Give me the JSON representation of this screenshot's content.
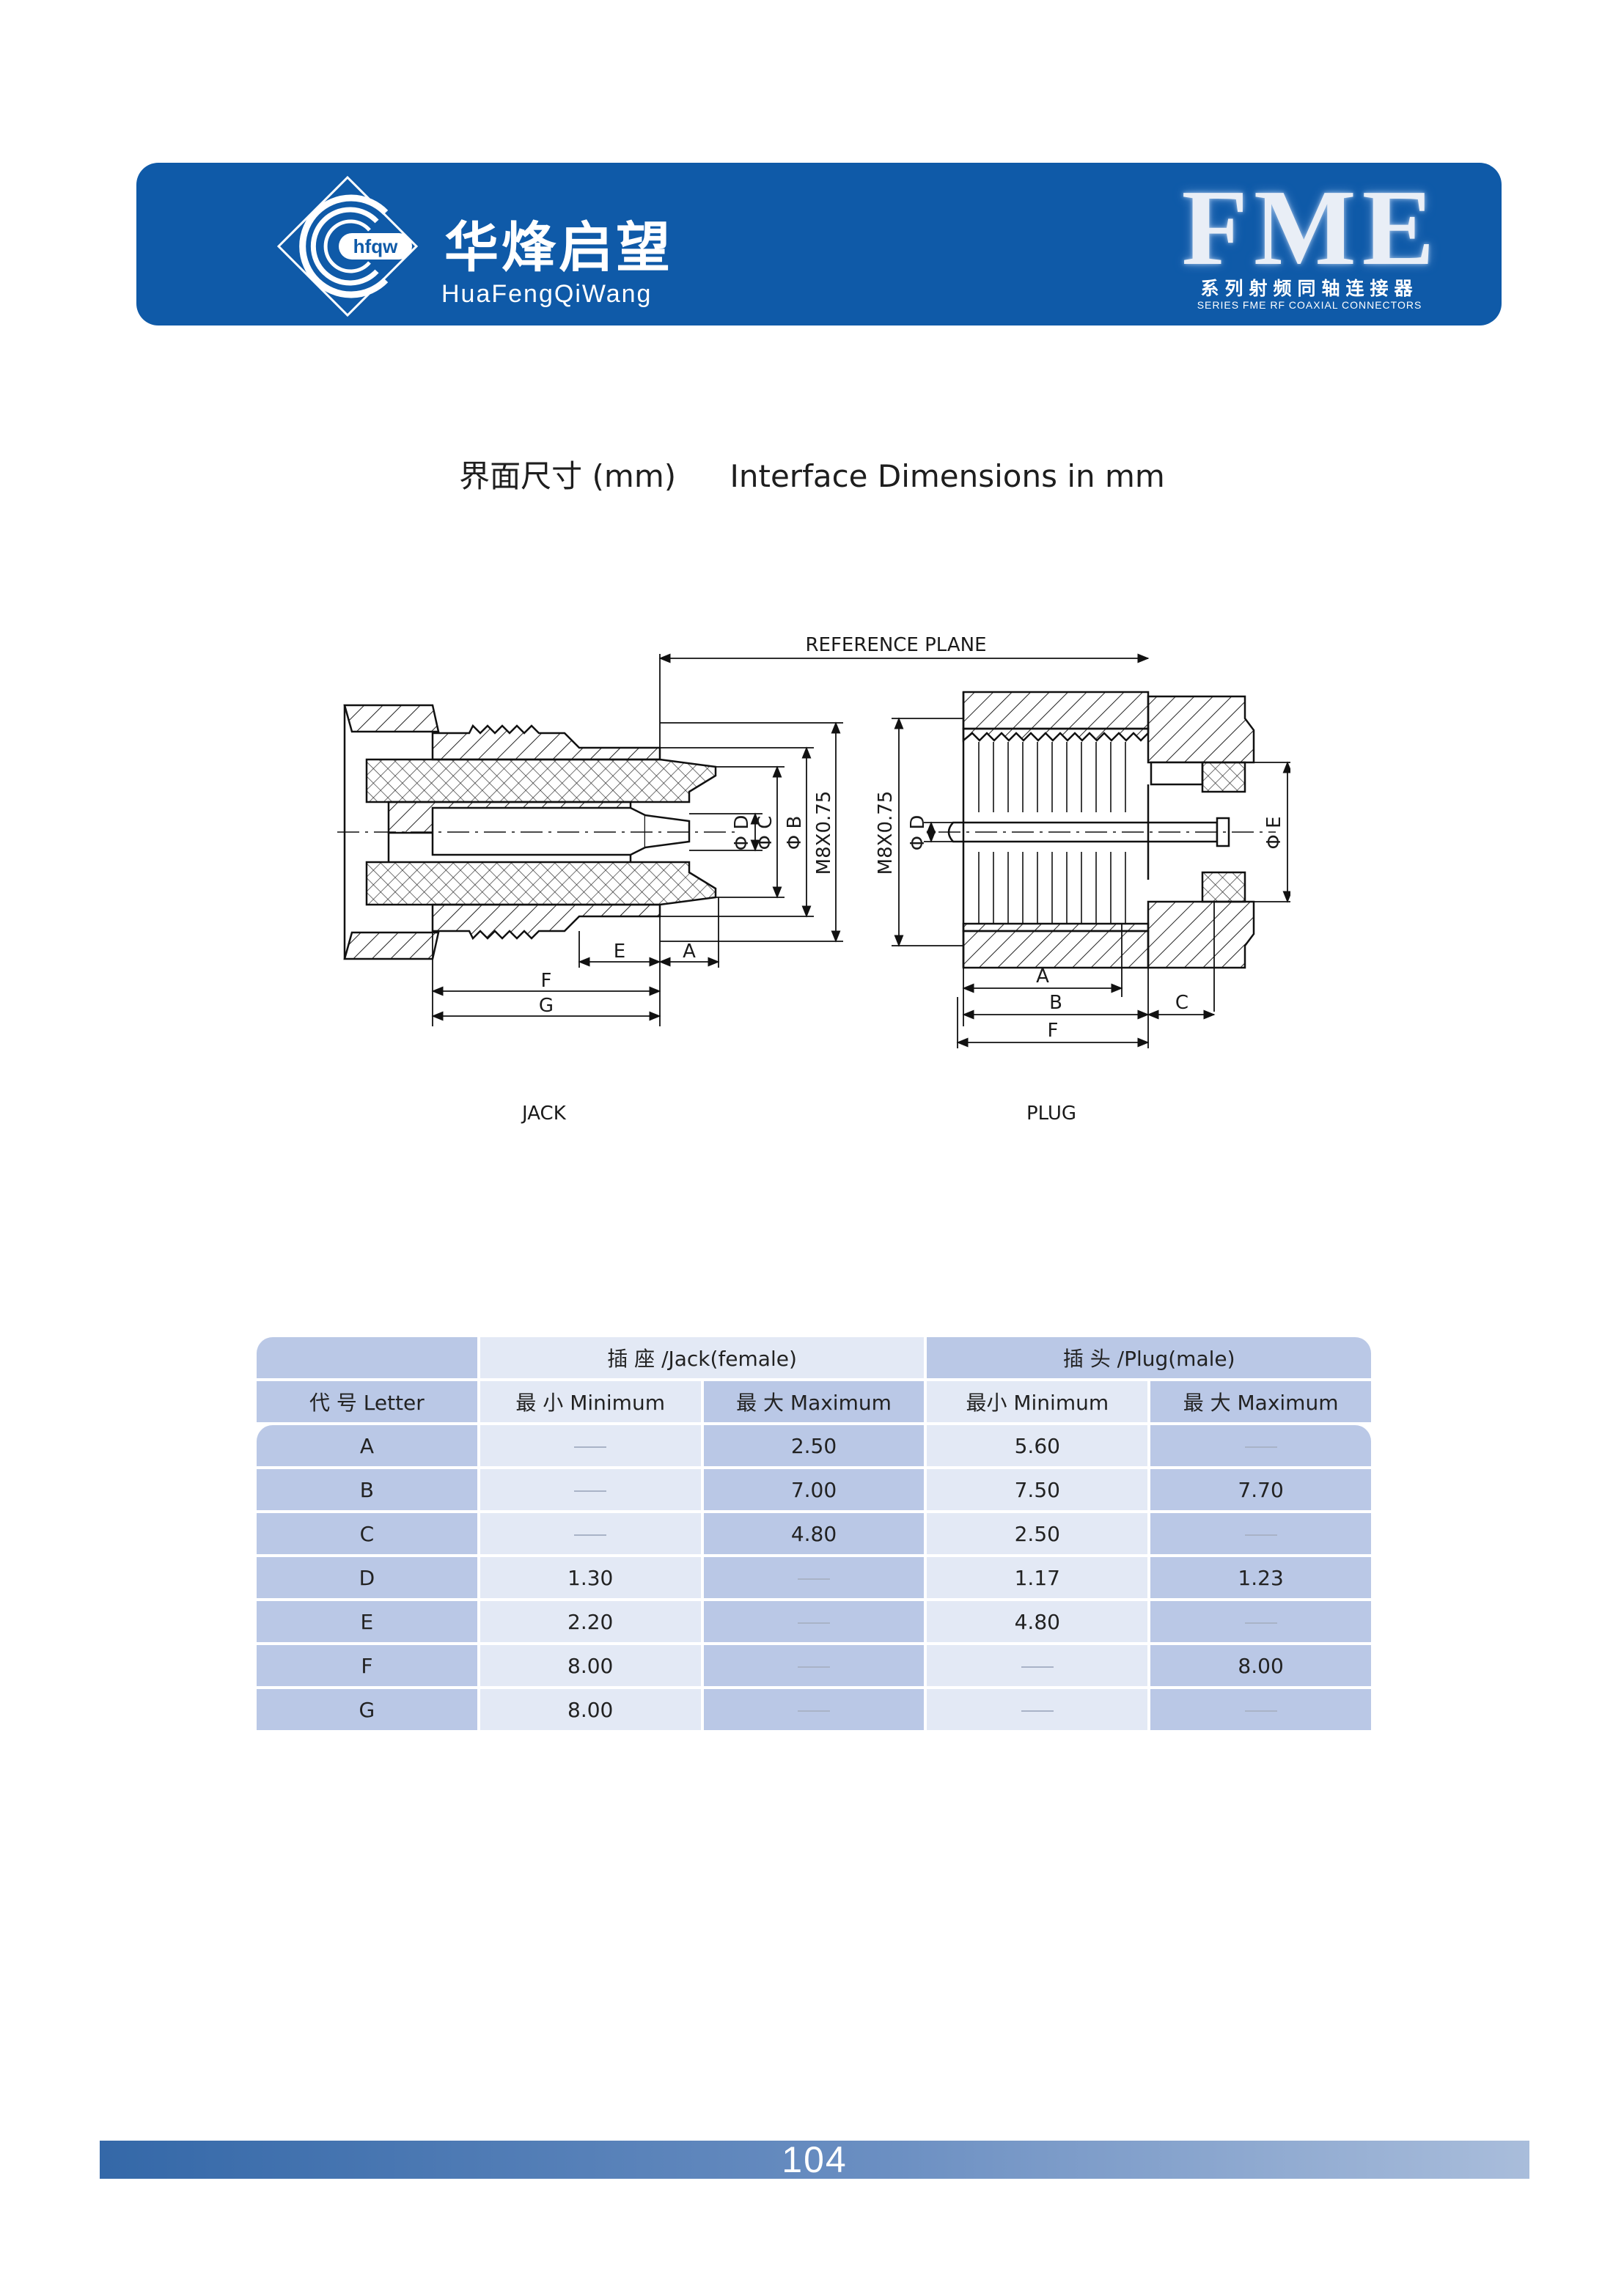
{
  "header": {
    "logo_text": "hfqw",
    "brand_cn": "华烽启望",
    "brand_en": "HuaFengQiWang",
    "series_title": "FME",
    "series_cn": "系列射频同轴连接器",
    "series_en": "SERIES FME RF COAXIAL CONNECTORS"
  },
  "heading": {
    "cn": "界面尺寸 (mm)",
    "en": "Interface Dimensions in mm"
  },
  "drawing": {
    "reference_plane": "REFERENCE PLANE",
    "jack_label": "JACK",
    "plug_label": "PLUG",
    "jack_dims": {
      "phi_d": "Φ D",
      "phi_c": "Φ C",
      "phi_b": "Φ B",
      "thread": "M8X0.75",
      "e": "E",
      "a": "A",
      "f": "F",
      "g": "G"
    },
    "plug_dims": {
      "thread": "M8X0.75",
      "phi_d": "Φ D",
      "phi_e": "Φ E",
      "a": "A",
      "b": "B",
      "c": "C",
      "f": "F"
    }
  },
  "table": {
    "group_jack": "插 座 /Jack(female)",
    "group_plug": "插 头 /Plug(male)",
    "col_letter": "代  号 Letter",
    "col_jack_min": "最 小 Minimum",
    "col_jack_max": "最  大 Maximum",
    "col_plug_min": "最小 Minimum",
    "col_plug_max": "最  大 Maximum",
    "rows": [
      {
        "letter": "A",
        "jack_min": "",
        "jack_max": "2.50",
        "plug_min": "5.60",
        "plug_max": ""
      },
      {
        "letter": "B",
        "jack_min": "",
        "jack_max": "7.00",
        "plug_min": "7.50",
        "plug_max": "7.70"
      },
      {
        "letter": "C",
        "jack_min": "",
        "jack_max": "4.80",
        "plug_min": "2.50",
        "plug_max": ""
      },
      {
        "letter": "D",
        "jack_min": "1.30",
        "jack_max": "",
        "plug_min": "1.17",
        "plug_max": "1.23"
      },
      {
        "letter": "E",
        "jack_min": "2.20",
        "jack_max": "",
        "plug_min": "4.80",
        "plug_max": ""
      },
      {
        "letter": "F",
        "jack_min": "8.00",
        "jack_max": "",
        "plug_min": "",
        "plug_max": "8.00"
      },
      {
        "letter": "G",
        "jack_min": "8.00",
        "jack_max": "",
        "plug_min": "",
        "plug_max": ""
      }
    ]
  },
  "footer": {
    "page_number": "104"
  }
}
